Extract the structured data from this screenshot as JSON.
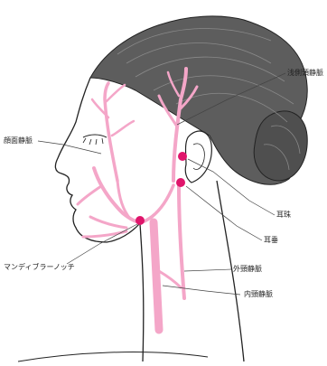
{
  "labels": {
    "superficial_temporal_vein": "浅側頭静脈",
    "facial_vein": "顔面静脈",
    "tragus": "耳珠",
    "earlobe": "耳垂",
    "mandibular_notch": "マンディブラーノッチ",
    "external_jugular_vein": "外頸静脈",
    "internal_jugular_vein": "内頸静脈"
  },
  "colors": {
    "vein": "#f4a6c8",
    "point": "#e0156b",
    "hair": "#5d5d5d",
    "outline": "#222222",
    "leader": "#444444"
  }
}
